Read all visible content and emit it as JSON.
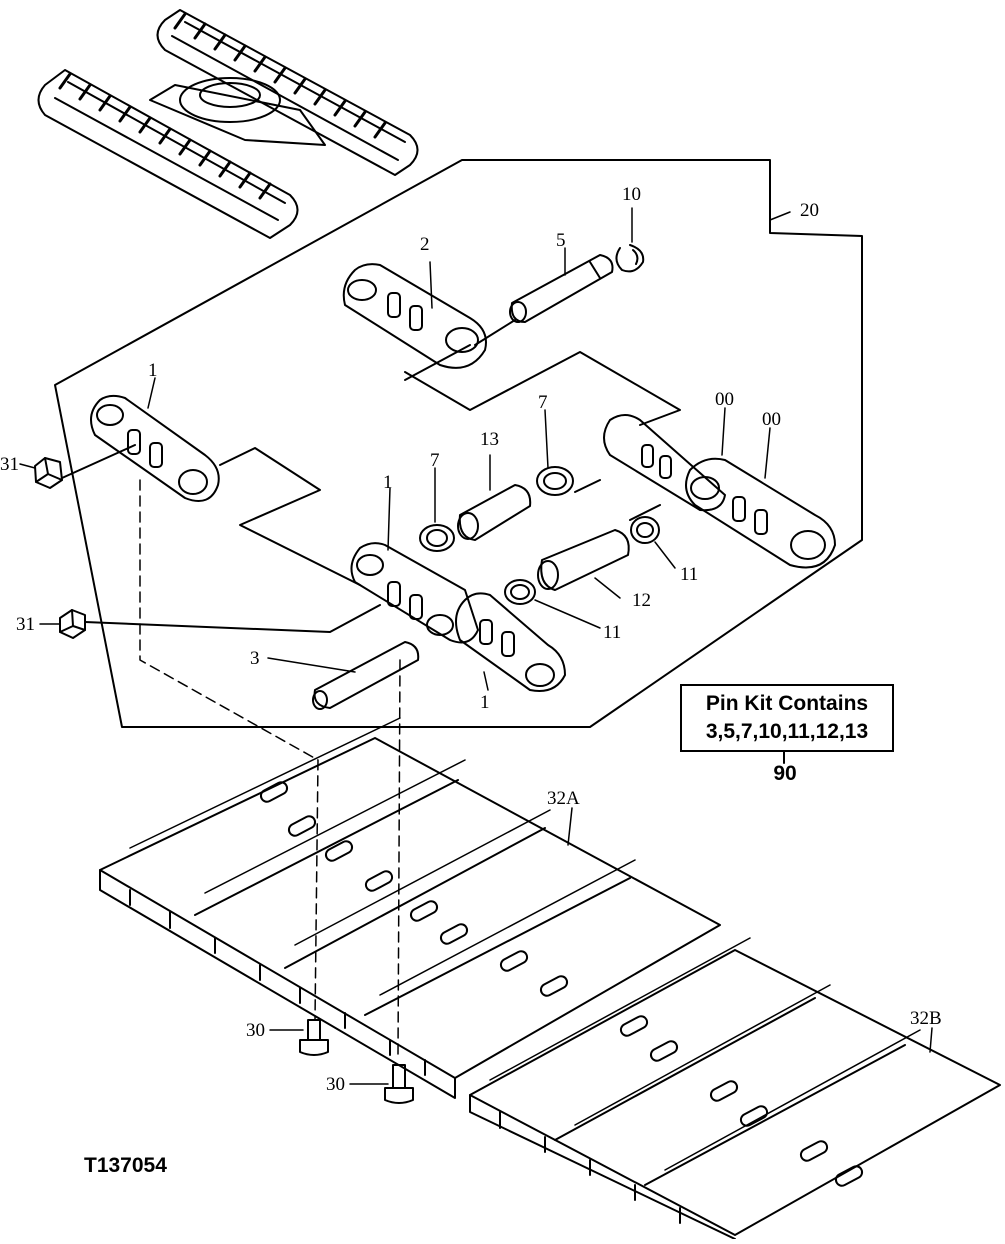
{
  "figure_id": "T137054",
  "pin_kit": {
    "title": "Pin Kit Contains",
    "contents": "3,5,7,10,11,12,13",
    "ref": "90"
  },
  "callouts": {
    "c1a": "1",
    "c1b": "1",
    "c1c": "1",
    "c2": "2",
    "c3": "3",
    "c5": "5",
    "c7a": "7",
    "c7b": "7",
    "c10": "10",
    "c11a": "11",
    "c11b": "11",
    "c12": "12",
    "c13": "13",
    "c20": "20",
    "c00a": "00",
    "c00b": "00",
    "c30a": "30",
    "c30b": "30",
    "c31a": "31",
    "c31b": "31",
    "c32a": "32A",
    "c32b": "32B"
  }
}
